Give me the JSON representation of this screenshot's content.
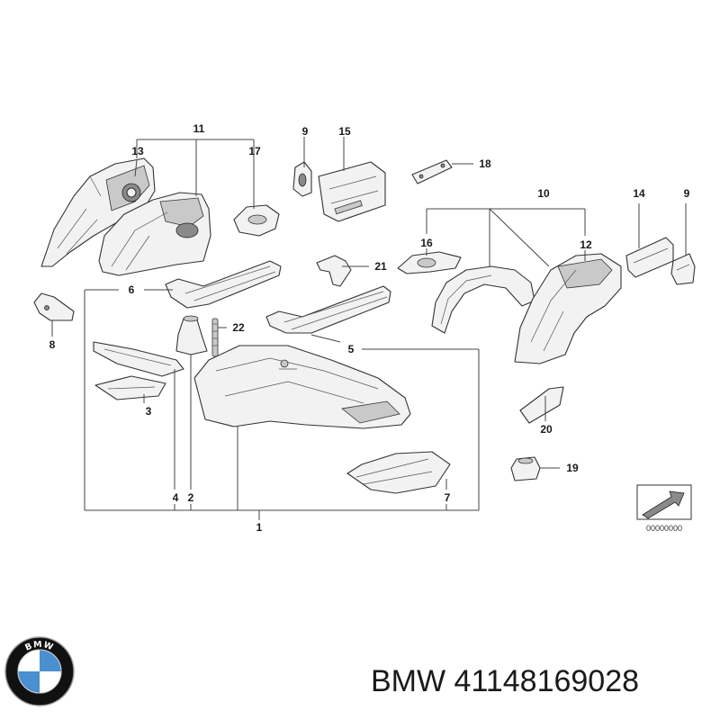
{
  "diagram": {
    "callouts": {
      "c1": "1",
      "c2": "2",
      "c3": "3",
      "c4": "4",
      "c5": "5",
      "c6": "6",
      "c7": "7",
      "c8": "8",
      "c9a": "9",
      "c9b": "9",
      "c10": "10",
      "c11": "11",
      "c12": "12",
      "c13": "13",
      "c14": "14",
      "c15": "15",
      "c16": "16",
      "c17": "17",
      "c18": "18",
      "c19": "19",
      "c20": "20",
      "c21": "21",
      "c22": "22"
    },
    "reference_code": "00000000"
  },
  "brand": {
    "logo_letters": "BMW",
    "colors": {
      "ring": "#111111",
      "blue": "#4a8fd0",
      "white": "#ffffff"
    }
  },
  "footer": {
    "brand": "BMW",
    "part_number": "41148169028"
  }
}
